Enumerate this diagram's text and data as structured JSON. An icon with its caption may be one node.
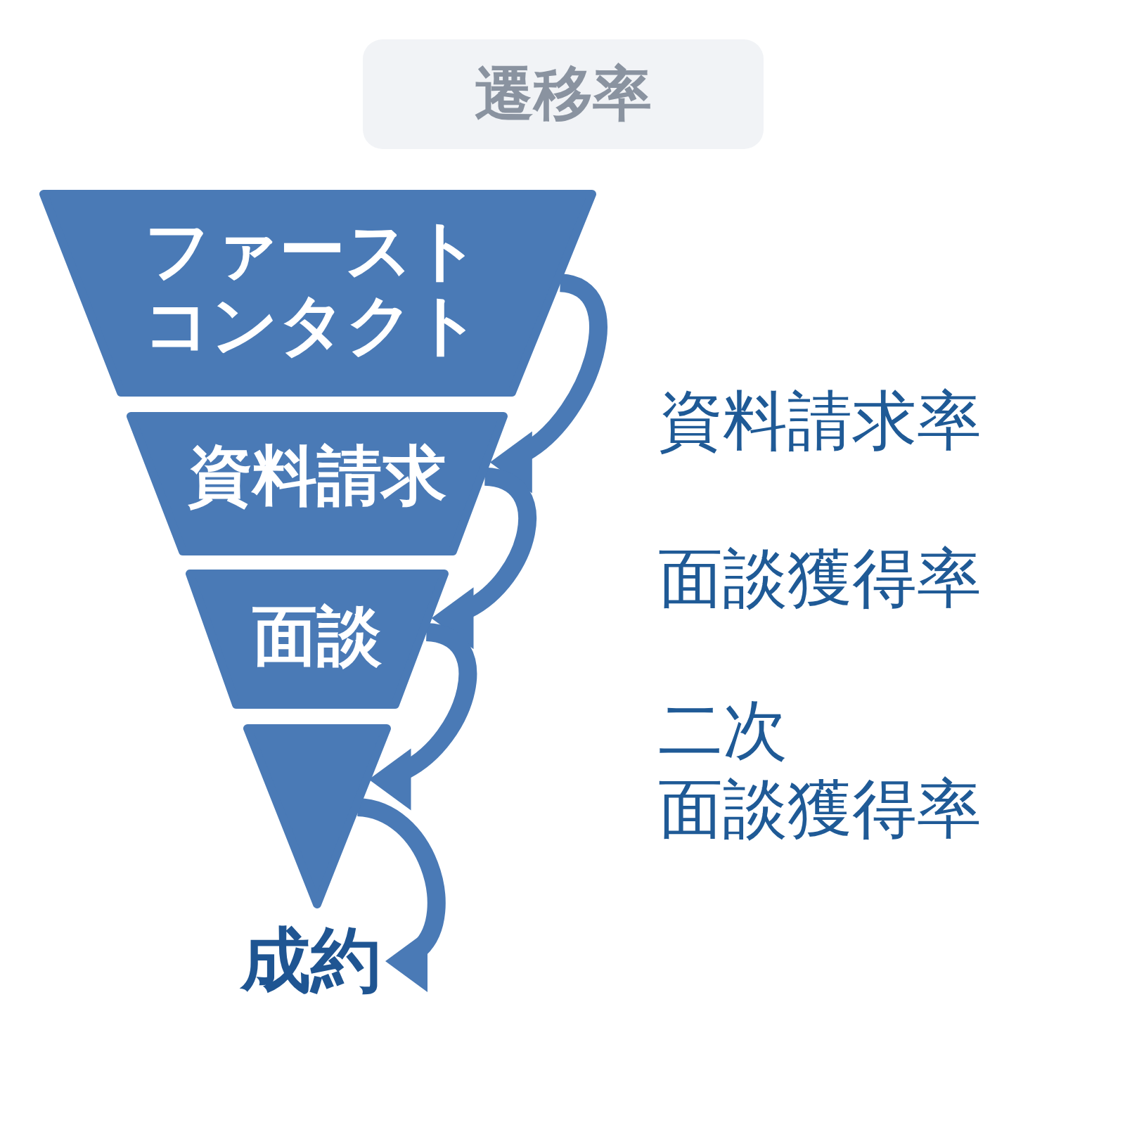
{
  "diagram": {
    "title": "遷移率",
    "nodes": [
      {
        "text": [
          "ファーストコンタクト"
        ]
      },
      {
        "text": [
          "資料請求"
        ]
      },
      {
        "text": [
          "面談"
        ]
      },
      {
        "text": [],
        "shape": "triangle"
      },
      {
        "text": [
          "成約"
        ]
      }
    ],
    "edges": [
      {
        "from": 0,
        "to": 1,
        "arrow": "to",
        "label": "資料請求率"
      },
      {
        "from": 1,
        "to": 2,
        "arrow": "to",
        "label": "面談獲得率"
      },
      {
        "from": 2,
        "to": 3,
        "arrow": "to",
        "label": "二次面談獲得率"
      },
      {
        "from": 3,
        "to": 4,
        "arrow": "to"
      }
    ]
  }
}
